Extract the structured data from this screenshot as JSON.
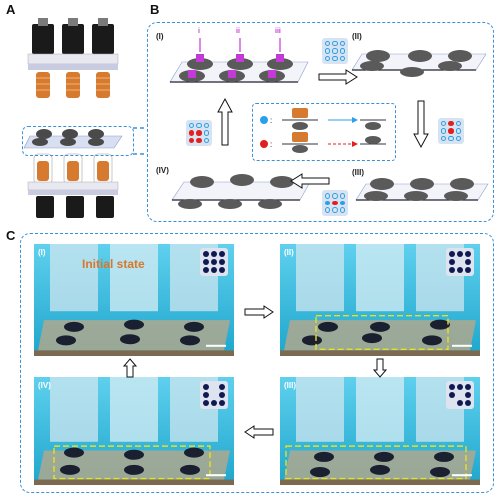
{
  "panels": {
    "a": {
      "letter": "A"
    },
    "b": {
      "letter": "B",
      "steps": [
        "(I)",
        "(II)",
        "(III)",
        "(IV)"
      ],
      "col_labels": [
        "i",
        "ii",
        "iii"
      ],
      "legend_grid": {
        "highlight": "#e02020",
        "dot": "#2aa0e8"
      }
    },
    "c": {
      "letter": "C",
      "steps": [
        "(I)",
        "(II)",
        "(III)",
        "(IV)"
      ],
      "initial_state_label": "Initial state"
    }
  },
  "colors": {
    "dashed_border": "#3a8fd8",
    "photo_water": "#3bb8d8",
    "accent_orange": "#d9772b",
    "magenta": "#c43ad6",
    "yellow_dash": "#e8e020",
    "dot_navy": "#101a50",
    "dot_red": "#e02020",
    "dot_blue": "#2aa0e8"
  },
  "icons": [
    "right-arrow-icon",
    "down-arrow-icon",
    "left-arrow-icon",
    "up-arrow-icon",
    "electromagnet-icon",
    "droplet-icon"
  ]
}
